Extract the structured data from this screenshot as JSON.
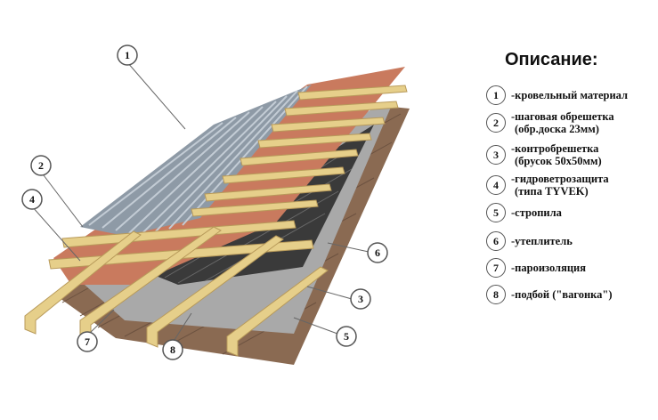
{
  "legend": {
    "title": "Описание:",
    "items": [
      {
        "num": "1",
        "line1": "-кровельный материал",
        "line2": ""
      },
      {
        "num": "2",
        "line1": "-шаговая обрешетка",
        "line2": "(обр.доска 23мм)"
      },
      {
        "num": "3",
        "line1": "-контробрешетка",
        "line2": "(брусок 50х50мм)"
      },
      {
        "num": "4",
        "line1": "-гидроветрозащита",
        "line2": "(типа TYVEK)"
      },
      {
        "num": "5",
        "line1": "-стропила",
        "line2": ""
      },
      {
        "num": "6",
        "line1": "-утеплитель",
        "line2": ""
      },
      {
        "num": "7",
        "line1": "-пароизоляция",
        "line2": ""
      },
      {
        "num": "8",
        "line1": "-подбой (\"вагонка\")",
        "line2": ""
      }
    ]
  },
  "callouts": [
    {
      "num": "1"
    },
    {
      "num": "2"
    },
    {
      "num": "4"
    },
    {
      "num": "6"
    },
    {
      "num": "3"
    },
    {
      "num": "5"
    },
    {
      "num": "7"
    },
    {
      "num": "8"
    }
  ],
  "colors": {
    "metal": "#8e9aa6",
    "metal_light": "#c3ccd5",
    "membrane": "#c97a5e",
    "wood": "#e6cf8a",
    "wood_dark": "#b89a5a",
    "insulation": "#3a3a3a",
    "vapor": "#a9a9a9",
    "lining": "#8a6a52"
  }
}
